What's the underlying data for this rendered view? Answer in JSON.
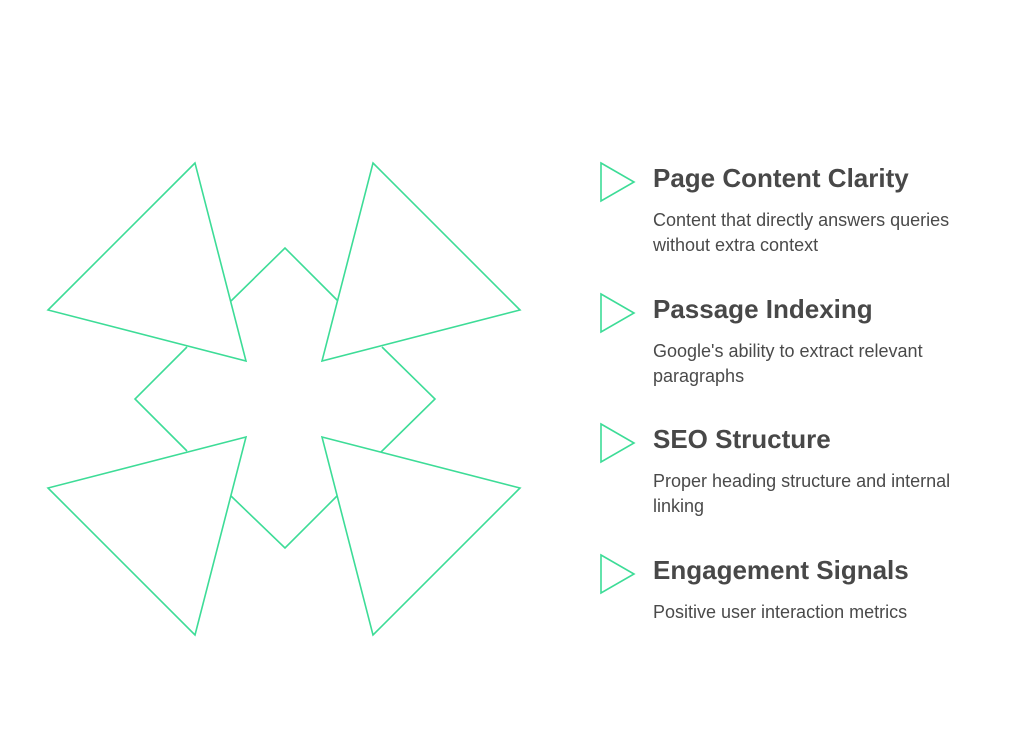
{
  "colors": {
    "accent": "#3ddc97",
    "title": "#484848",
    "text": "#4a4a4a"
  },
  "items": [
    {
      "title": "Page Content Clarity",
      "description": "Content that directly answers queries without extra context"
    },
    {
      "title": "Passage Indexing",
      "description": "Google's ability to extract relevant paragraphs"
    },
    {
      "title": "SEO Structure",
      "description": "Proper heading structure and internal linking"
    },
    {
      "title": "Engagement Signals",
      "description": "Positive user interaction metrics"
    }
  ]
}
